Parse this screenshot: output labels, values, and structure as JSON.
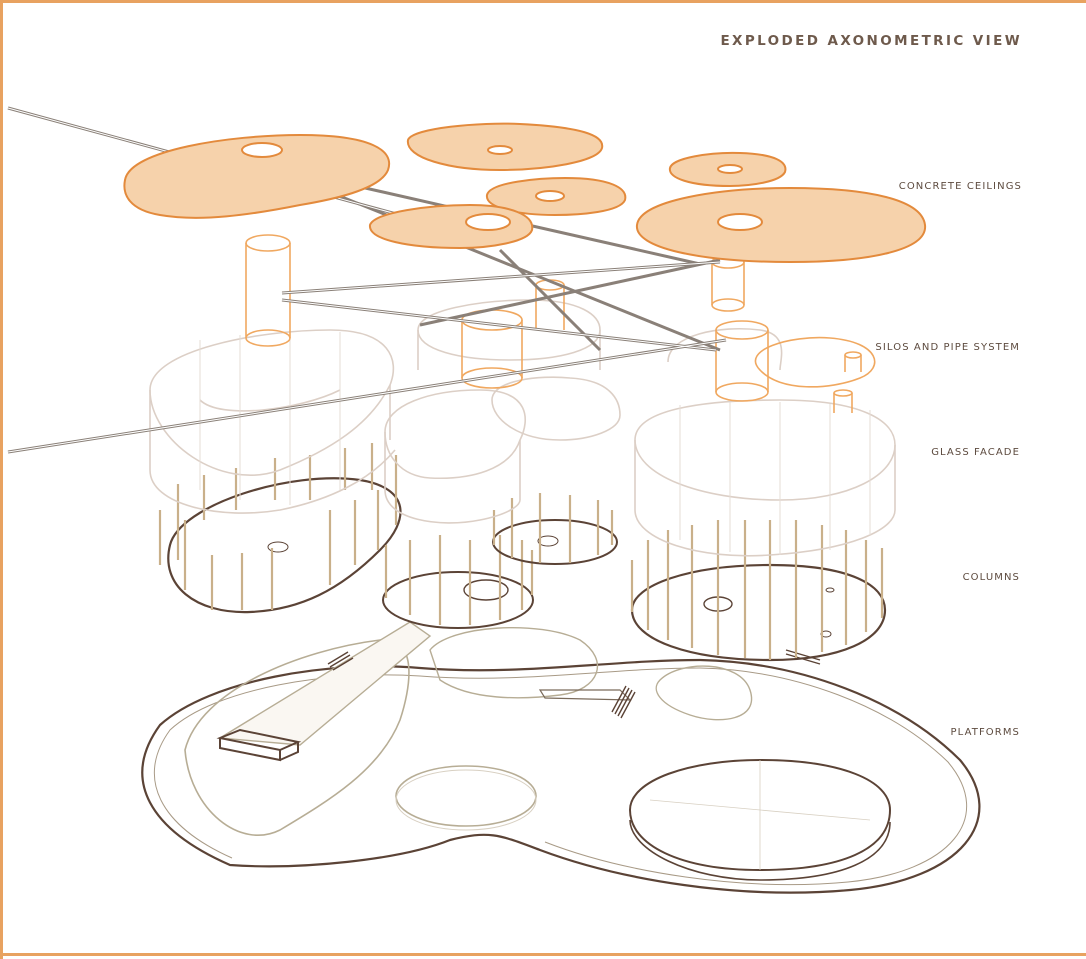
{
  "title": "EXPLODED AXONOMETRIC VIEW",
  "layers": [
    {
      "id": "ceilings",
      "label": "CONCRETE CEILINGS"
    },
    {
      "id": "silos",
      "label": "SILOS AND PIPE SYSTEM"
    },
    {
      "id": "glass",
      "label": "GLASS FACADE"
    },
    {
      "id": "columns",
      "label": "COLUMNS"
    },
    {
      "id": "platforms",
      "label": "PLATFORMS"
    }
  ],
  "colors": {
    "frame": "#e8a260",
    "ceiling_fill": "#f6d2ab",
    "ceiling_stroke": "#e38a3c",
    "pipe": "#8a8078",
    "glass": "#dccfc6",
    "column": "#c9b08a",
    "platform_dark": "#5b4336",
    "platform_light": "#b7ad95",
    "text": "#5d4b3f"
  }
}
